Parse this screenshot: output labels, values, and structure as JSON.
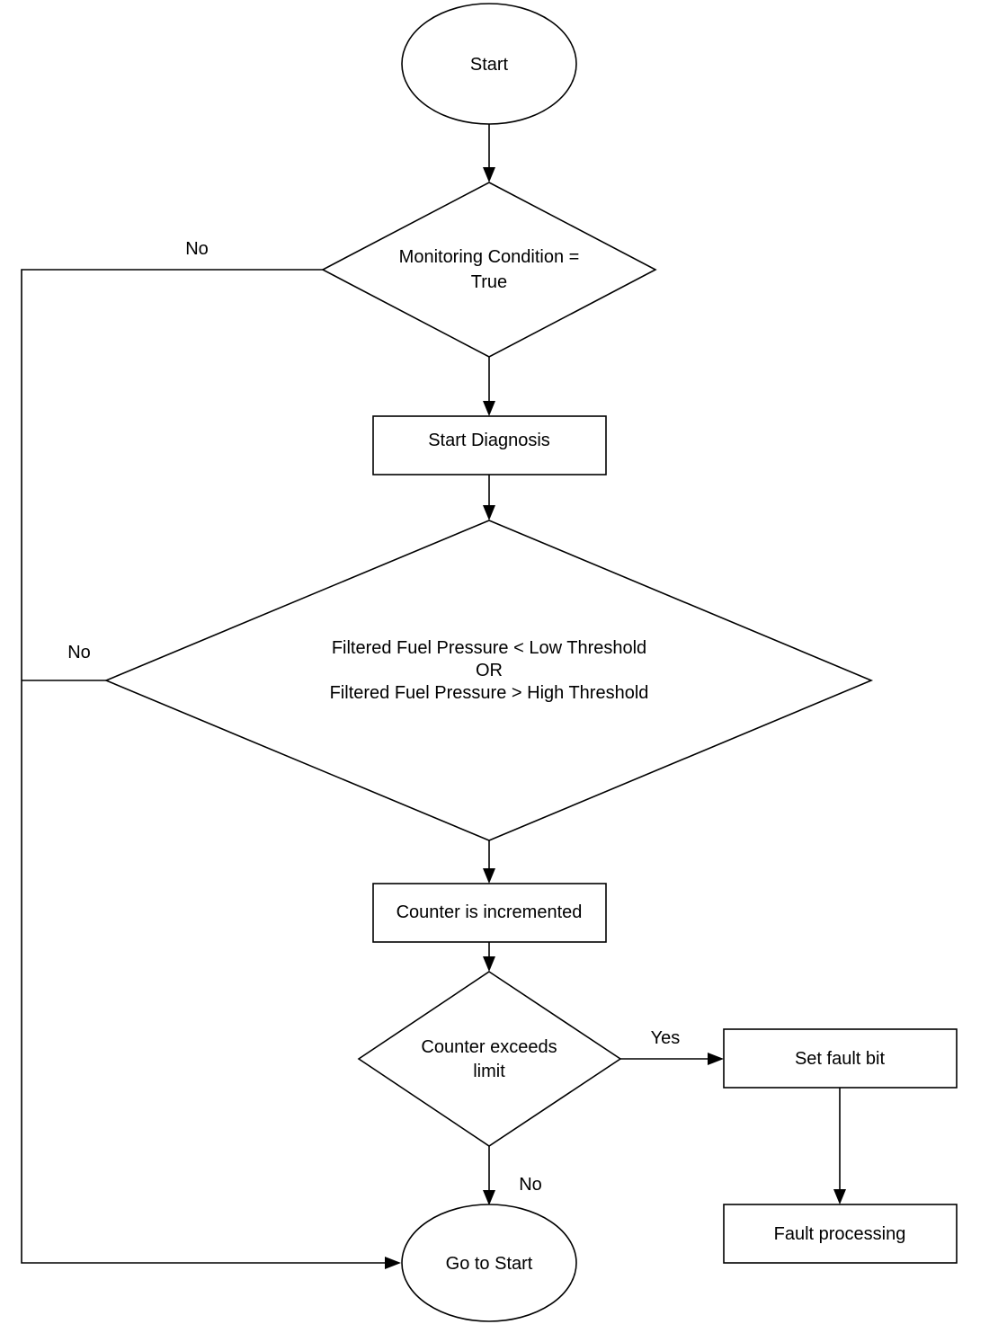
{
  "nodes": {
    "start": {
      "text": "Start"
    },
    "monitoring": {
      "line1": "Monitoring Condition =",
      "line2": "True"
    },
    "start_diagnosis": {
      "text": "Start Diagnosis"
    },
    "pressure_check": {
      "line1": "Filtered Fuel Pressure < Low Threshold",
      "line2": "OR",
      "line3": "Filtered Fuel Pressure > High Threshold"
    },
    "counter_incremented": {
      "text": "Counter is incremented"
    },
    "counter_exceeds": {
      "line1": "Counter exceeds",
      "line2": "limit"
    },
    "set_fault_bit": {
      "text": "Set fault bit"
    },
    "fault_processing": {
      "text": "Fault processing"
    },
    "go_to_start": {
      "text": "Go to Start"
    }
  },
  "edge_labels": {
    "monitoring_no": "No",
    "pressure_no": "No",
    "counter_yes": "Yes",
    "counter_no": "No"
  }
}
